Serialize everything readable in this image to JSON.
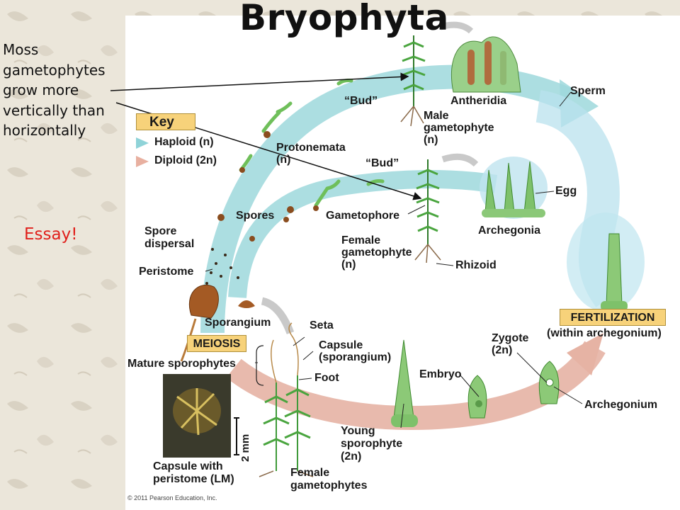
{
  "title": "Bryophyta",
  "side_note_lines": [
    "Moss",
    "gametophytes",
    "grow more",
    "vertically than",
    "horizontally"
  ],
  "essay": "Essay!",
  "key": {
    "title": "Key",
    "haploid": "Haploid (n)",
    "diploid": "Diploid (2n)",
    "haploid_color": "#8fd3d8",
    "diploid_color": "#e8b0a0"
  },
  "labels": {
    "bud_top": "“Bud”",
    "bud_mid": "“Bud”",
    "antheridia": "Antheridia",
    "sperm": "Sperm",
    "male_1": "Male",
    "male_2": "gametophyte",
    "male_3": "(n)",
    "protonemata_1": "Protonemata",
    "protonemata_2": "(n)",
    "egg": "Egg",
    "gametophore": "Gametophore",
    "archegonia": "Archegonia",
    "spores": "Spores",
    "spore_dispersal_1": "Spore",
    "spore_dispersal_2": "dispersal",
    "female_1": "Female",
    "female_2": "gametophyte",
    "female_3": "(n)",
    "rhizoid": "Rhizoid",
    "peristome": "Peristome",
    "fertilization": "FERTILIZATION",
    "within_archegonium": "(within archegonium)",
    "sporangium": "Sporangium",
    "seta": "Seta",
    "meiosis": "MEIOSIS",
    "capsule_1": "Capsule",
    "capsule_2": "(sporangium)",
    "zygote_1": "Zygote",
    "zygote_2": "(2n)",
    "mature_sporophytes": "Mature sporophytes",
    "foot": "Foot",
    "embryo": "Embryo",
    "archegonium": "Archegonium",
    "scale": "2 mm",
    "young_1": "Young",
    "young_2": "sporophyte",
    "young_3": "(2n)",
    "capsule_lm_1": "Capsule with",
    "capsule_lm_2": "peristome (LM)",
    "female_gams_1": "Female",
    "female_gams_2": "gametophytes",
    "copyright": "© 2011 Pearson Education, Inc."
  },
  "colors": {
    "haploid_arrow": "#8fd3d8",
    "diploid_arrow": "#e8b0a0",
    "plant_green": "#3f9a3a",
    "label_box": "#f7d27a"
  }
}
